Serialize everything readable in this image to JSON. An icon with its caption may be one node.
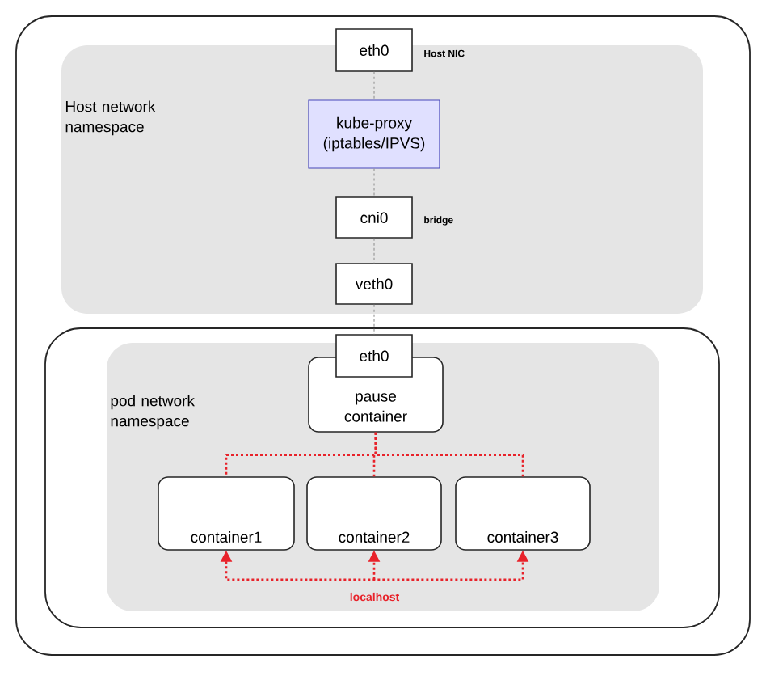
{
  "diagram": {
    "nodes": [
      {
        "text": [],
        "shape": "box"
      },
      {
        "text": [
          "Host network namespace"
        ],
        "in": 0
      },
      {
        "text": [
          "eth0"
        ],
        "beside": [
          "Host NIC"
        ],
        "in": 0
      },
      {
        "text": [
          "kube-proxy (iptables/IPVS)"
        ],
        "in": 1
      },
      {
        "text": [
          "cni0"
        ],
        "beside": [
          "bridge"
        ],
        "in": 1
      },
      {
        "text": [
          "veth0"
        ],
        "in": 1
      },
      {
        "text": [],
        "shape": "box",
        "in": 0
      },
      {
        "text": [
          "pod network namespace"
        ],
        "in": 6
      },
      {
        "text": [
          "pause container"
        ],
        "in": 7
      },
      {
        "text": [
          "eth0"
        ],
        "in": 6
      },
      {
        "text": [
          "container1"
        ],
        "in": 7
      },
      {
        "text": [
          "container2"
        ],
        "in": 7
      },
      {
        "text": [
          "container3"
        ],
        "in": 7
      }
    ],
    "edges": [
      {
        "from": 2,
        "to": 3,
        "arrow": "none",
        "style": "dashed",
        "color": "#999999"
      },
      {
        "from": 3,
        "to": 4,
        "arrow": "none",
        "style": "dashed",
        "color": "#999999"
      },
      {
        "from": 4,
        "to": 5,
        "arrow": "none",
        "style": "dashed",
        "color": "#999999"
      },
      {
        "from": 5,
        "to": 9,
        "arrow": "none",
        "style": "dashed",
        "color": "#999999"
      },
      {
        "from": 8,
        "to": 10,
        "arrow": "none",
        "style": "dashed",
        "color": "#e8222a"
      },
      {
        "from": 8,
        "to": 11,
        "arrow": "none",
        "style": "dashed",
        "color": "#e8222a"
      },
      {
        "from": 8,
        "to": 12,
        "arrow": "none",
        "style": "dashed",
        "color": "#e8222a"
      },
      {
        "from": 10,
        "to": 12,
        "arrow": "both",
        "style": "dashed",
        "color": "#e8222a",
        "label": "localhost"
      },
      {
        "from": null,
        "to": 11,
        "arrow": "to",
        "style": "dashed",
        "color": "#e8222a"
      }
    ]
  }
}
